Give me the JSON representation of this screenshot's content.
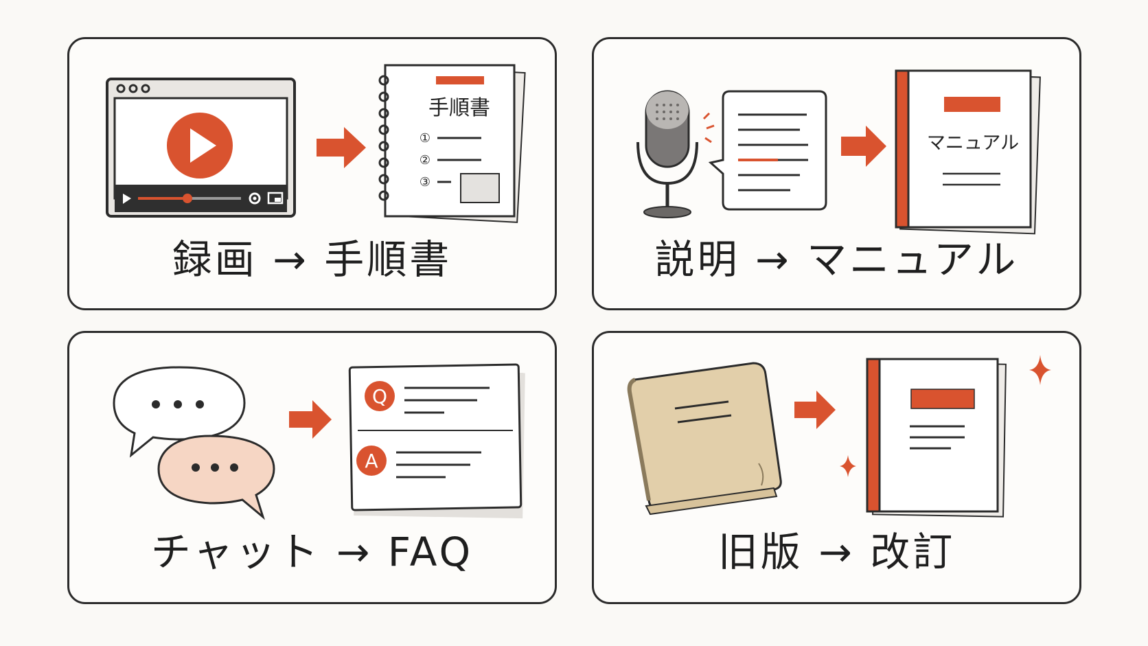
{
  "panels": [
    {
      "caption": "録画 → 手順書",
      "doc_title": "手順書",
      "steps": [
        "①",
        "②",
        "③"
      ]
    },
    {
      "caption": "説明 → マニュアル",
      "doc_title": "マニュアル"
    },
    {
      "caption": "チャット → FAQ",
      "q_label": "Q",
      "a_label": "A"
    },
    {
      "caption": "旧版 → 改訂"
    }
  ],
  "colors": {
    "accent": "#d9532f",
    "ink": "#2b2b2b",
    "paper": "#ffffff",
    "bubble_fill": "#f6d6c4",
    "old_book": "#e2cfaa"
  },
  "icons": [
    "video-player-icon",
    "play-icon",
    "gear-icon",
    "pip-icon",
    "arrow-right-icon",
    "spiral-notebook-icon",
    "microphone-icon",
    "sound-waves-icon",
    "speech-document-icon",
    "manual-book-icon",
    "chat-bubble-icon",
    "faq-card-icon",
    "old-book-icon",
    "new-book-icon",
    "sparkle-icon"
  ]
}
